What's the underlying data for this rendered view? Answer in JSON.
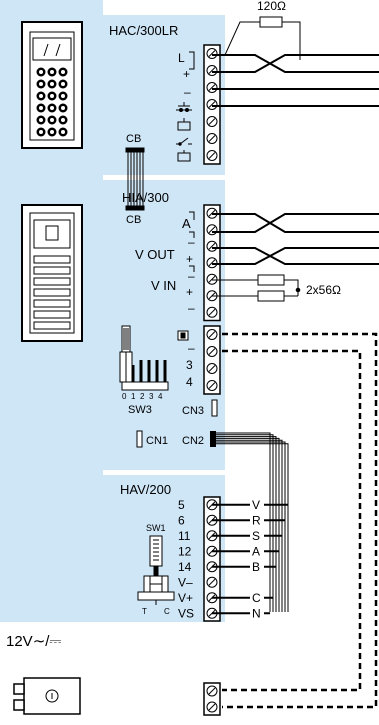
{
  "colors": {
    "panel": "#cfe6f7",
    "line": "#000000",
    "device": "#d9d9d9"
  },
  "resistor_top": "120Ω",
  "modules": {
    "hac": {
      "title": "HAC/300LR",
      "pins": [
        "L",
        "+",
        "–"
      ],
      "connector": "CB"
    },
    "hia": {
      "title": "HIA/300",
      "connector": "CB",
      "pins": [
        "A",
        "V OUT",
        "V IN",
        "+",
        "–",
        "+",
        "–",
        "–"
      ],
      "resistors": "2x56Ω"
    },
    "mid": {
      "terminals": [
        "–",
        "3",
        "4"
      ],
      "switch": "SW3",
      "switch_positions": [
        "0",
        "1",
        "2",
        "3",
        "4"
      ],
      "connectors": [
        "CN3",
        "CN1",
        "CN2"
      ]
    },
    "hav": {
      "title": "HAV/200",
      "pins": [
        "5",
        "6",
        "11",
        "12",
        "14",
        "V–",
        "V+",
        "VS"
      ],
      "wires": [
        "V",
        "R",
        "S",
        "A",
        "B",
        "C",
        "N"
      ],
      "switch": "SW1",
      "switch_marks": [
        "T",
        "C"
      ]
    }
  },
  "power": {
    "label": "12V∼/⎓"
  },
  "icons": [
    "bell-push-icon",
    "door-lock-icon",
    "switch-icon",
    "supply-unit-icon"
  ]
}
